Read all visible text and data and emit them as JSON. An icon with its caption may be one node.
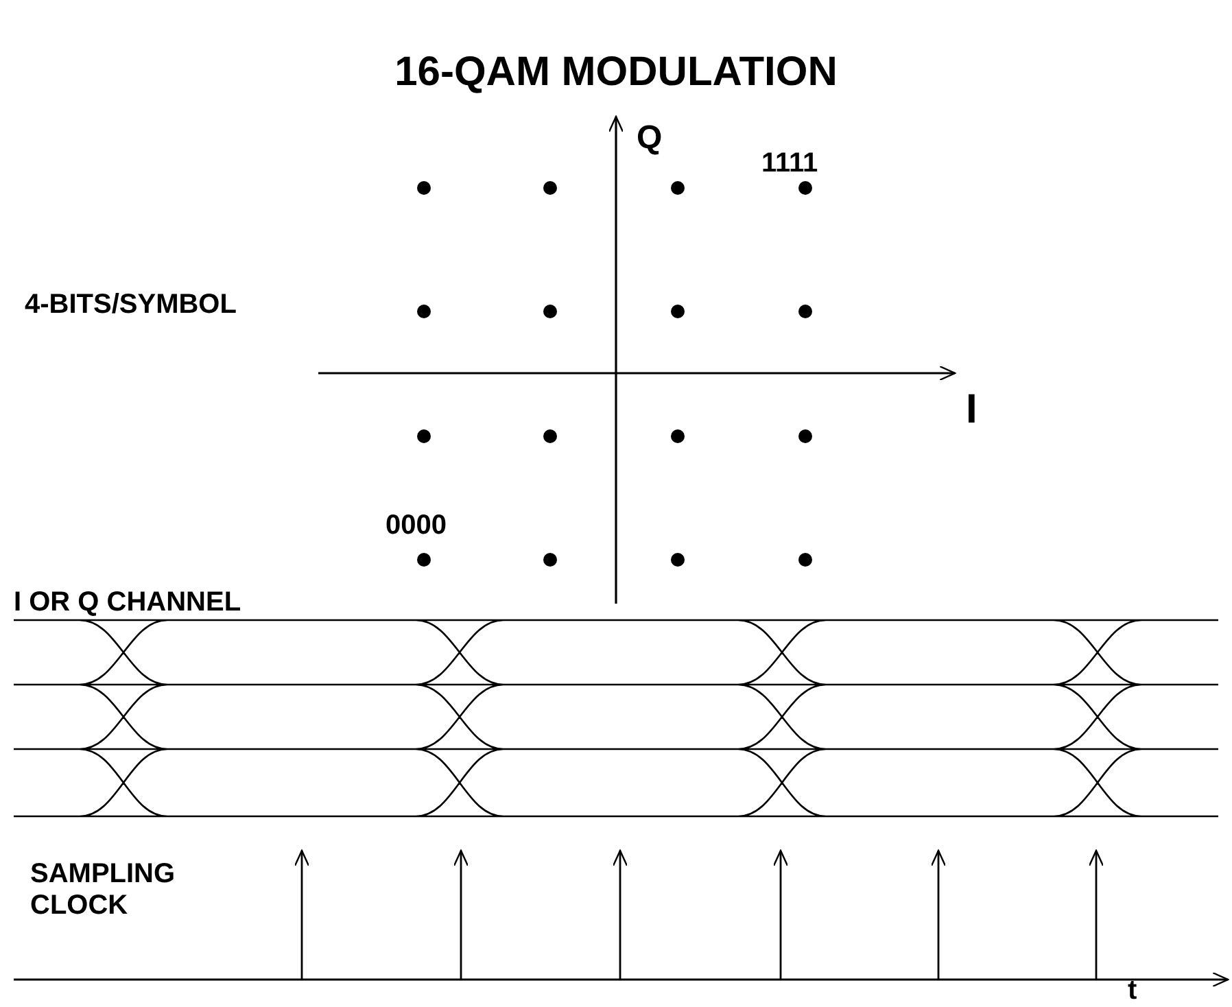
{
  "diagram": {
    "title": "16-QAM MODULATION",
    "labels": [
      "Q",
      "1111",
      "4-BITS/SYMBOL",
      "I",
      "0000",
      "I OR Q CHANNEL",
      "SAMPLING CLOCK",
      "t"
    ]
  }
}
